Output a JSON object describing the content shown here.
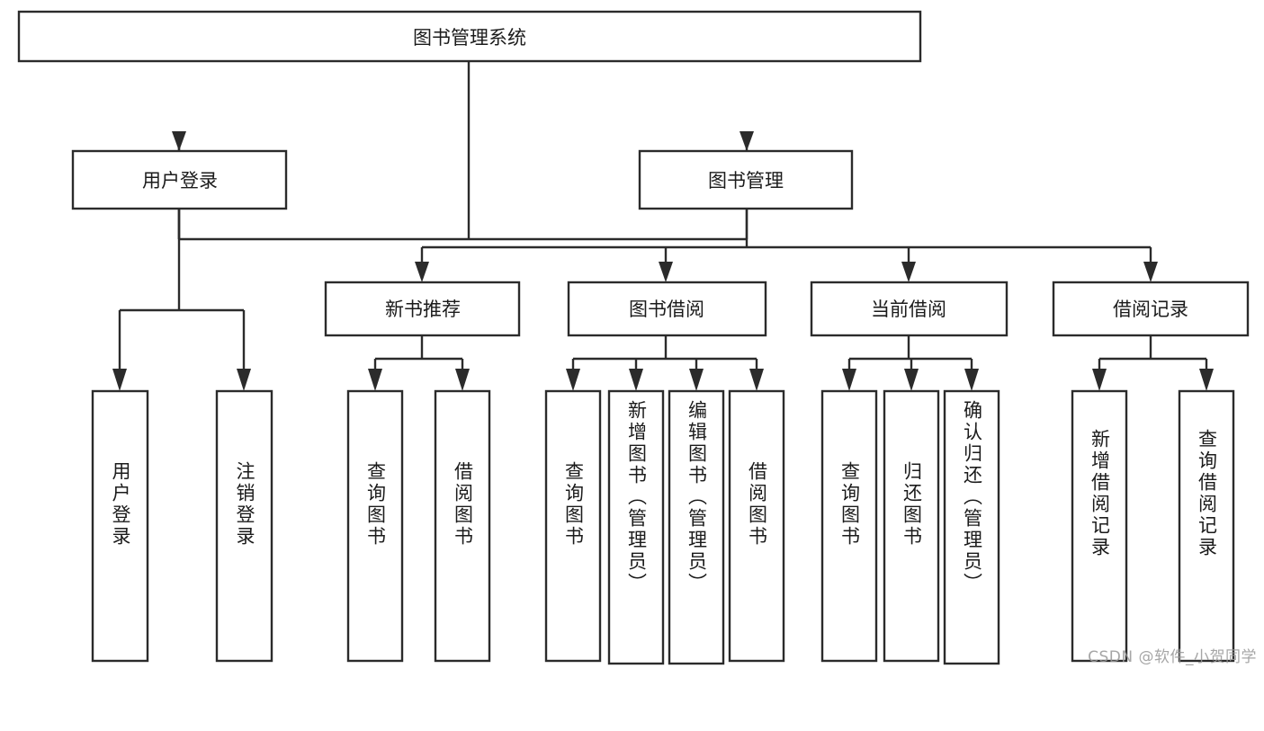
{
  "diagram": {
    "type": "tree-hierarchy",
    "title": "图书管理系统",
    "orientation": "top-down",
    "colors": {
      "box_stroke": "#2b2b2b",
      "box_fill": "#ffffff",
      "text": "#1b1b1b",
      "background": "#ffffff",
      "watermark": "#9a9a9a"
    },
    "root": {
      "label": "图书管理系统"
    },
    "level2": [
      {
        "label": "用户登录"
      },
      {
        "label": "图书管理"
      }
    ],
    "level3": [
      {
        "label": "新书推荐"
      },
      {
        "label": "图书借阅"
      },
      {
        "label": "当前借阅"
      },
      {
        "label": "借阅记录"
      }
    ],
    "leaves": {
      "user_login": [
        {
          "label": "用户登录"
        },
        {
          "label": "注销登录"
        }
      ],
      "new_book_recommend": [
        {
          "label": "查询图书"
        },
        {
          "label": "借阅图书"
        }
      ],
      "book_borrow": [
        {
          "label": "查询图书"
        },
        {
          "label": "新增图书（管理员）"
        },
        {
          "label": "编辑图书（管理员）"
        },
        {
          "label": "借阅图书"
        }
      ],
      "current_borrow": [
        {
          "label": "查询图书"
        },
        {
          "label": "归还图书"
        },
        {
          "label": "确认归还（管理员）"
        }
      ],
      "borrow_record": [
        {
          "label": "新增借阅记录"
        },
        {
          "label": "查询借阅记录"
        }
      ]
    }
  },
  "watermark": {
    "text": "CSDN @软件_小贺同学"
  }
}
